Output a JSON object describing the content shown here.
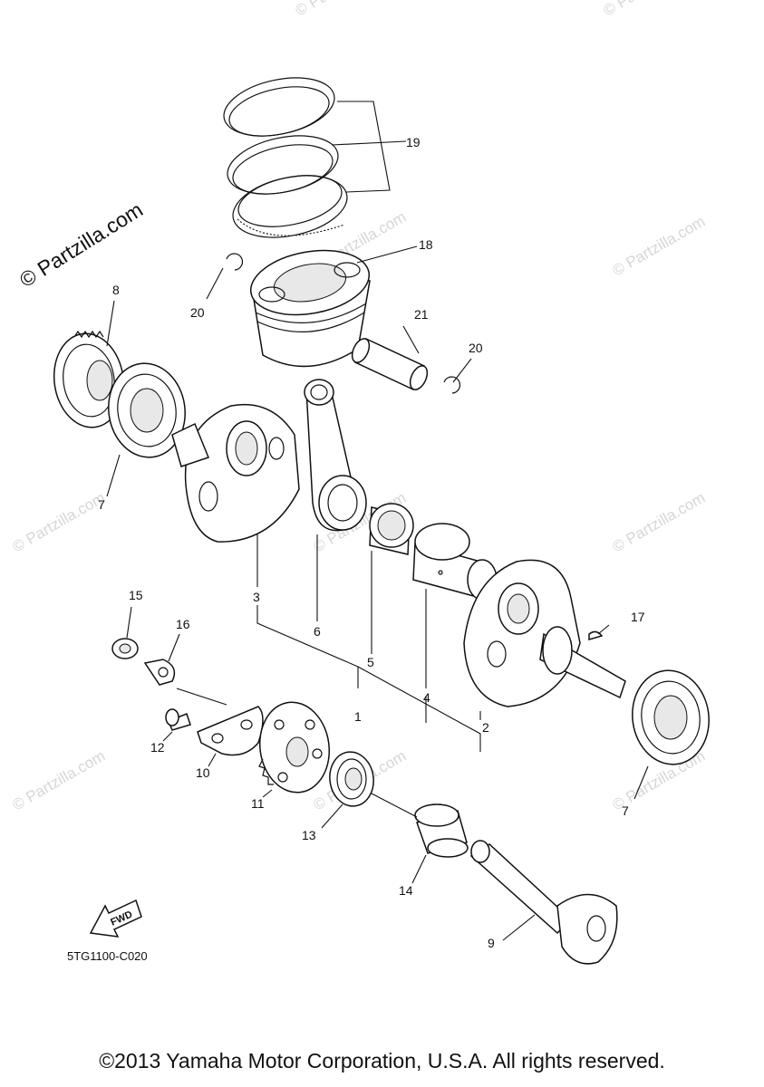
{
  "watermark": "© Partzilla.com",
  "watermark_main": "© Partzilla.com",
  "diagram_code": "5TG1100-C020",
  "fwd_label": "FWD",
  "copyright": "©2013 Yamaha Motor Corporation, U.S.A. All rights reserved.",
  "callouts": {
    "n1": "1",
    "n2": "2",
    "n3": "3",
    "n4": "4",
    "n5": "5",
    "n6": "6",
    "n7a": "7",
    "n7b": "7",
    "n8": "8",
    "n9": "9",
    "n10": "10",
    "n11": "11",
    "n12": "12",
    "n13": "13",
    "n14": "14",
    "n15": "15",
    "n16": "16",
    "n17": "17",
    "n18": "18",
    "n19": "19",
    "n20a": "20",
    "n20b": "20",
    "n21": "21"
  }
}
